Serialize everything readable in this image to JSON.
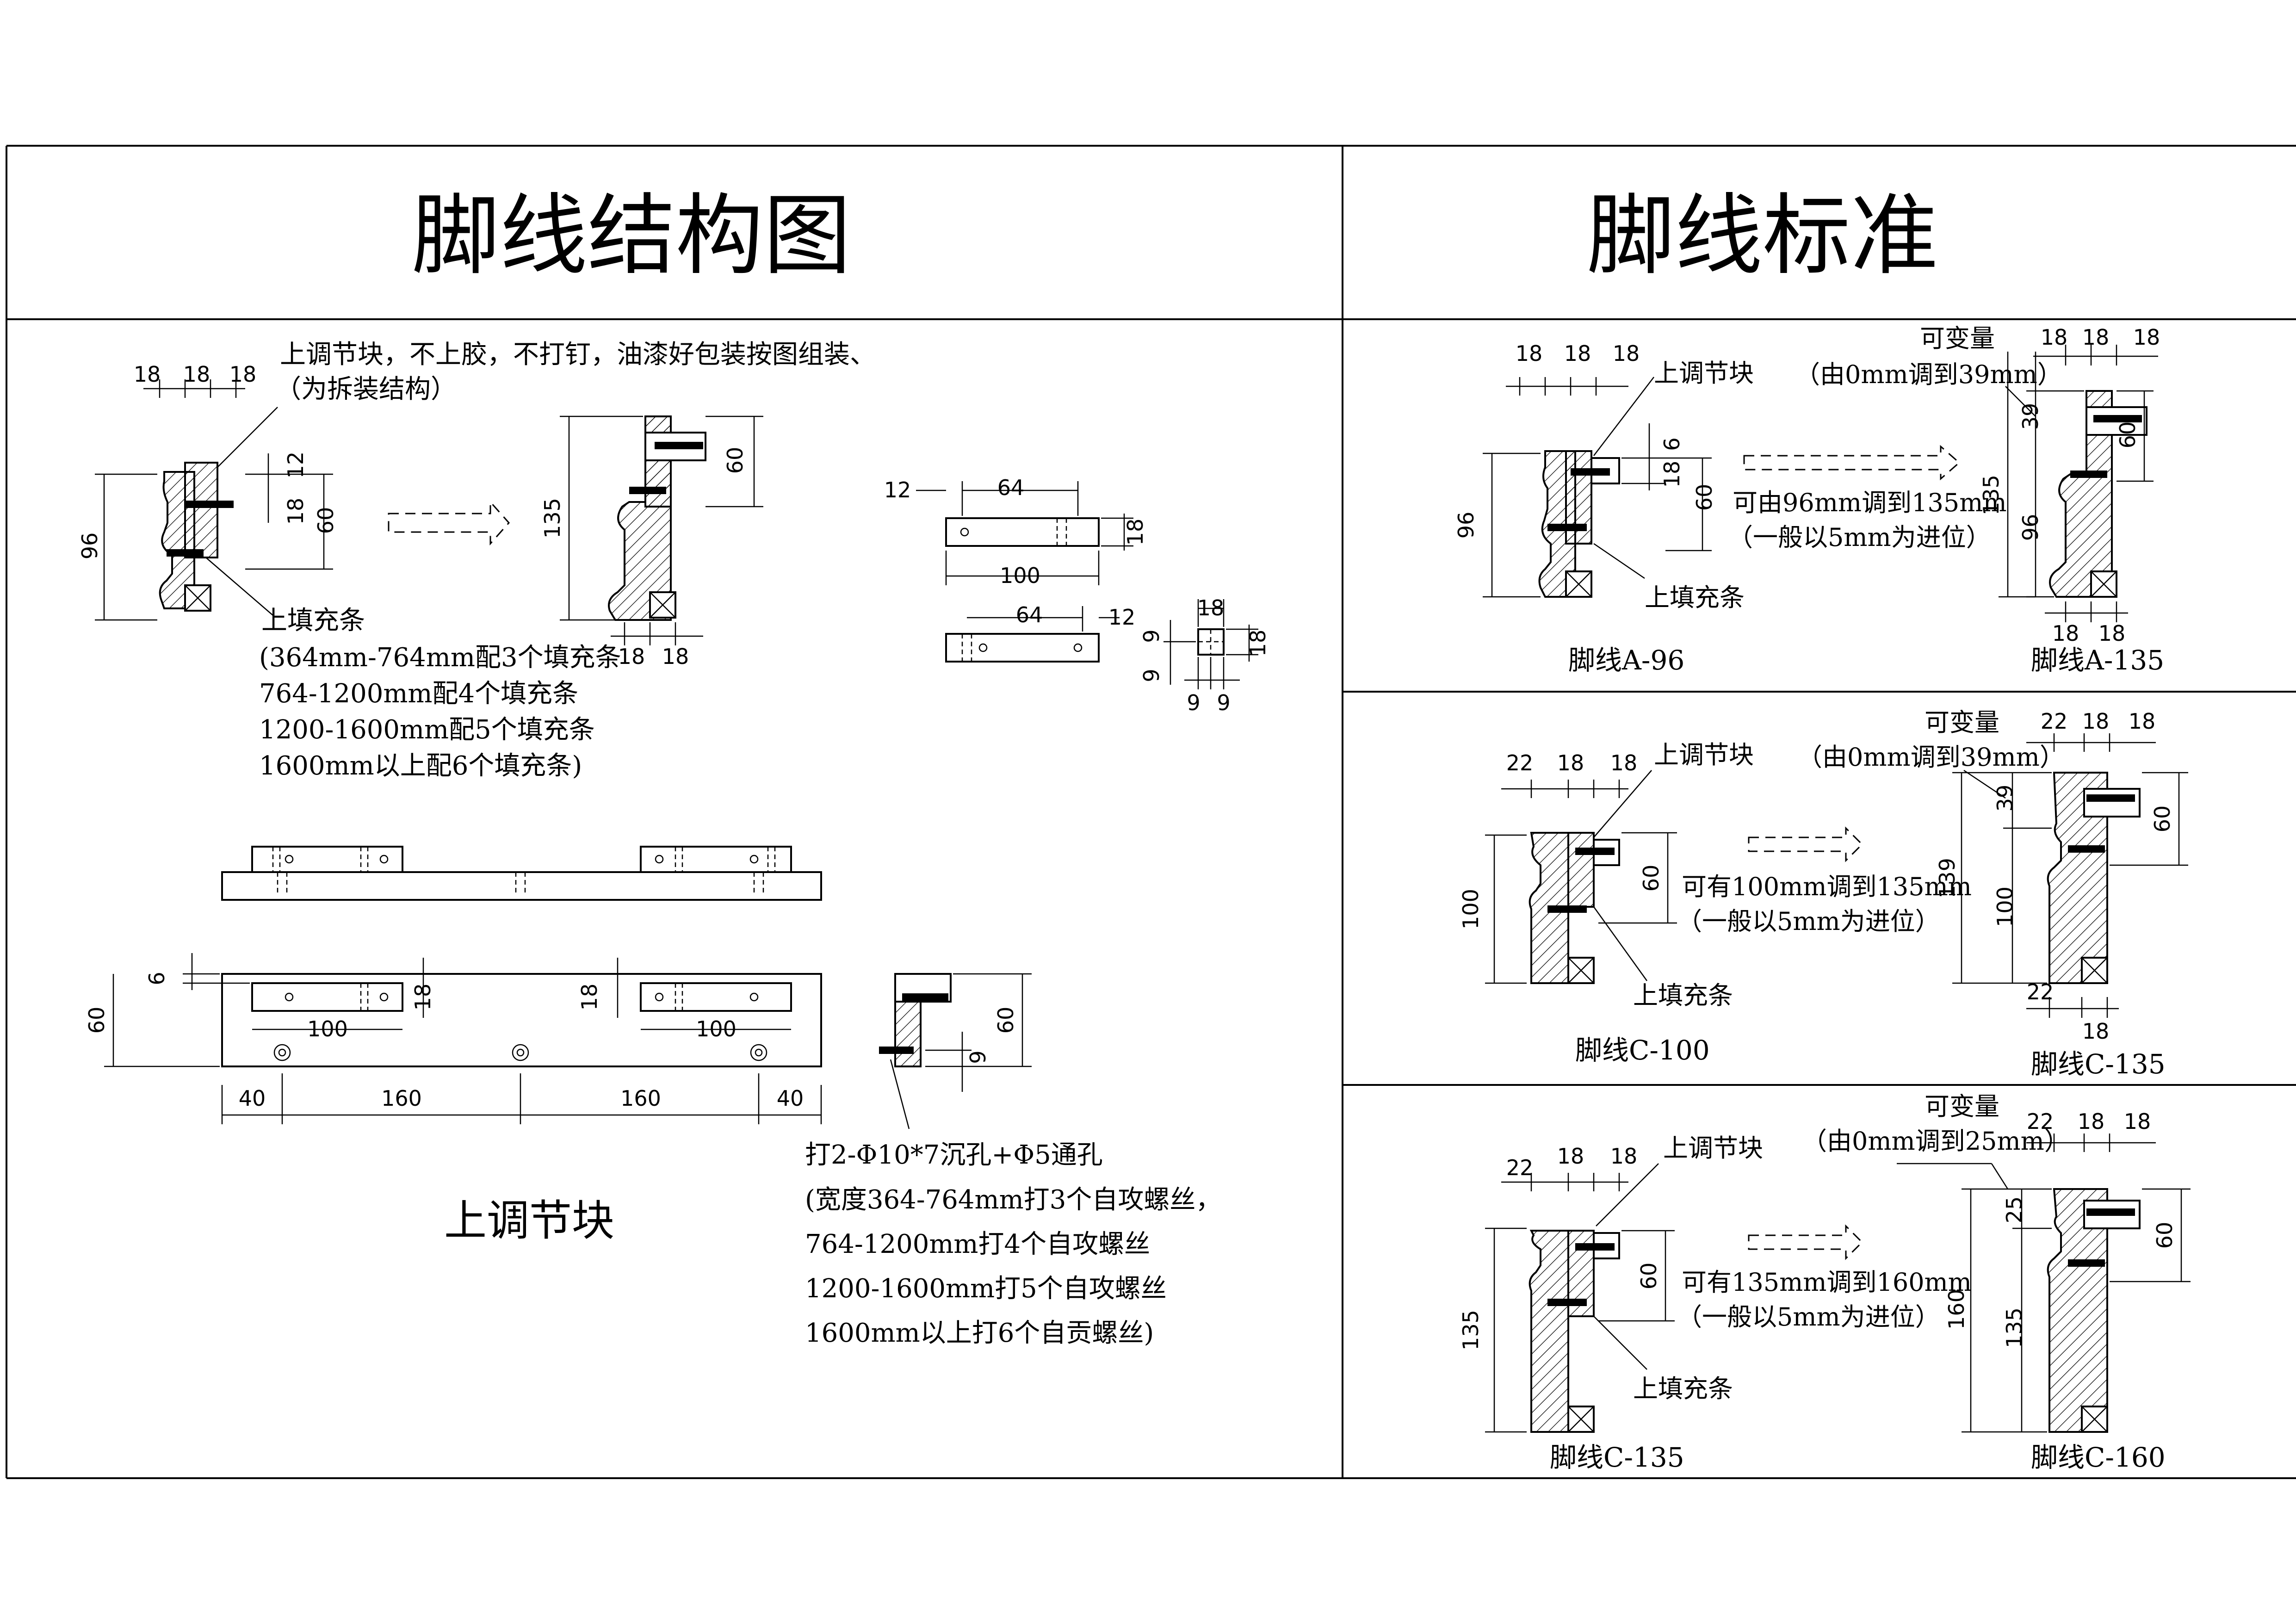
{
  "titles": {
    "left": "脚线结构图",
    "right": "脚线标准"
  },
  "left": {
    "top_note": [
      "上调节块，不上胶，不打钉，油漆好包装按图组装、",
      "（为拆装结构）"
    ],
    "fill_note": [
      "上填充条",
      "(364mm-764mm配3个填充条",
      "764-1200mm配4个填充条",
      "1200-1600mm配5个填充条",
      "1600mm以上配6个填充条)"
    ],
    "drill_note": [
      "打2-Φ10*7沉孔+Φ5通孔",
      "(宽度364-764mm打3个自攻螺丝，",
      "764-1200mm打4个自攻螺丝",
      "1200-1600mm打5个自攻螺丝",
      "1600mm以上打6个自贡螺丝)"
    ],
    "block_label": "上调节块",
    "dims_profile": {
      "top": [
        "18",
        "18",
        "18"
      ],
      "left": "96",
      "r1": "12",
      "r2": "18",
      "r3": "60"
    },
    "dims_profile2": {
      "h": "135",
      "r": "60",
      "bottom": [
        "18",
        "18"
      ]
    },
    "dims_block": {
      "a": "12",
      "b": "64",
      "c": "100",
      "d": "18",
      "e": "64",
      "f": "12",
      "g": "18",
      "h": "18",
      "i": "9",
      "j": "9",
      "k": "9",
      "l": "9"
    },
    "dims_plan": {
      "a": "6",
      "b": "60",
      "c": "18",
      "d": "18",
      "e": "100",
      "f": "100",
      "g": "40",
      "h": "160",
      "i": "160",
      "j": "40"
    },
    "dims_section": {
      "a": "60",
      "b": "9"
    }
  },
  "right": {
    "row1": {
      "up_block": "上调节块",
      "fill": "上填充条",
      "variable": "可变量",
      "variable_range": "（由0mm调到39mm）",
      "adjust": [
        "可由96mm调到135mm",
        "（一般以5mm为进位）"
      ],
      "cap_left": "脚线A-96",
      "cap_right": "脚线A-135",
      "dims_left": {
        "top": [
          "18",
          "18",
          "18"
        ],
        "h": "96",
        "a": "18",
        "b": "6",
        "c": "60"
      },
      "dims_right": {
        "top": [
          "18",
          "18",
          "18"
        ],
        "v": "39",
        "h": "135",
        "h2": "96",
        "r": "60",
        "bottom": [
          "18",
          "18"
        ]
      }
    },
    "row2": {
      "up_block": "上调节块",
      "fill": "上填充条",
      "variable": "可变量",
      "variable_range": "（由0mm调到39mm）",
      "adjust": [
        "可有100mm调到135mm",
        "（一般以5mm为进位）"
      ],
      "cap_left": "脚线C-100",
      "cap_right": "脚线C-135",
      "dims_left": {
        "top": [
          "22",
          "18",
          "18"
        ],
        "h": "100",
        "c": "60"
      },
      "dims_right": {
        "top": [
          "22",
          "18",
          "18"
        ],
        "v": "39",
        "h": "139",
        "h2": "100",
        "r": "60",
        "bottom": [
          "22",
          "18"
        ]
      }
    },
    "row3": {
      "up_block": "上调节块",
      "fill": "上填充条",
      "variable": "可变量",
      "variable_range": "（由0mm调到25mm）",
      "adjust": [
        "可有135mm调到160mm",
        "（一般以5mm为进位）"
      ],
      "cap_left": "脚线C-135",
      "cap_right": "脚线C-160",
      "dims_left": {
        "top": [
          "22",
          "18",
          "18"
        ],
        "h": "135",
        "c": "60"
      },
      "dims_right": {
        "top": [
          "22",
          "18",
          "18"
        ],
        "v": "25",
        "h": "160",
        "h2": "135",
        "r": "60"
      }
    }
  }
}
